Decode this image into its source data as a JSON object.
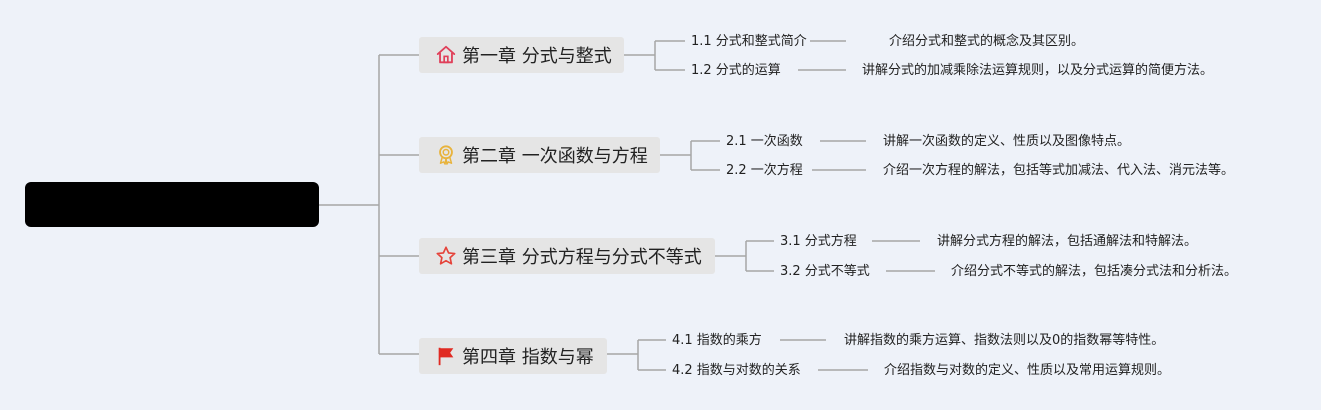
{
  "root": {
    "title": ""
  },
  "chapters": [
    {
      "title": "第一章 分式与整式",
      "icon": "home-icon",
      "icon_color": "#e0405a",
      "topics": [
        {
          "title": "1.1 分式和整式简介",
          "desc": "介绍分式和整式的概念及其区别。"
        },
        {
          "title": "1.2 分式的运算",
          "desc": "讲解分式的加减乘除法运算规则，以及分式运算的简便方法。"
        }
      ]
    },
    {
      "title": "第二章 一次函数与方程",
      "icon": "award-icon",
      "icon_color": "#e8b33c",
      "topics": [
        {
          "title": "2.1 一次函数",
          "desc": "讲解一次函数的定义、性质以及图像特点。"
        },
        {
          "title": "2.2 一次方程",
          "desc": "介绍一次方程的解法，包括等式加减法、代入法、消元法等。"
        }
      ]
    },
    {
      "title": "第三章 分式方程与分式不等式",
      "icon": "star-icon",
      "icon_color": "#e5433a",
      "topics": [
        {
          "title": "3.1 分式方程",
          "desc": "讲解分式方程的解法，包括通解法和特解法。"
        },
        {
          "title": "3.2 分式不等式",
          "desc": "介绍分式不等式的解法，包括凑分式法和分析法。"
        }
      ]
    },
    {
      "title": "第四章 指数与幂",
      "icon": "flag-icon",
      "icon_color": "#e02a22",
      "topics": [
        {
          "title": "4.1 指数的乘方",
          "desc": "讲解指数的乘方运算、指数法则以及0的指数幂等特性。"
        },
        {
          "title": "4.2 指数与对数的关系",
          "desc": "介绍指数与对数的定义、性质以及常用运算规则。"
        }
      ]
    }
  ],
  "colors": {
    "line": "#a6a6a6",
    "background": "#eef2f9",
    "chapter_bg": "#e5e5e5",
    "root_bg": "#000000"
  }
}
